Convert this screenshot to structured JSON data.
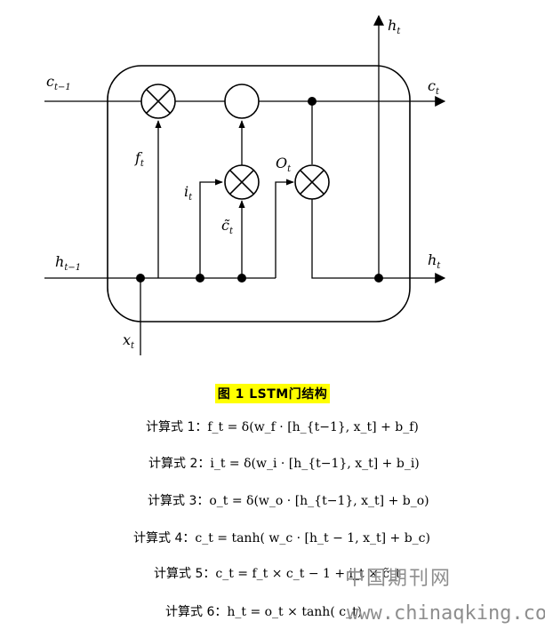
{
  "diagram": {
    "labels": {
      "c_prev": {
        "base": "c",
        "sub": "t−1"
      },
      "c_t": {
        "base": "c",
        "sub": "t"
      },
      "h_top": {
        "base": "h",
        "sub": "t"
      },
      "h_prev": {
        "base": "h",
        "sub": "t−1"
      },
      "h_t": {
        "base": "h",
        "sub": "t"
      },
      "x_t": {
        "base": "x",
        "sub": "t"
      },
      "f_t": {
        "base": "f",
        "sub": "t"
      },
      "i_t": {
        "base": "i",
        "sub": "t"
      },
      "o_t": {
        "base": "O",
        "sub": "t"
      },
      "c_tilde": {
        "base": "c̃",
        "sub": "t"
      }
    }
  },
  "caption": "图 1 LSTM门结构",
  "formulas": [
    {
      "label": "计算式 1：",
      "math": "f_t = δ(w_f · [h_{t−1}, x_t] + b_f)"
    },
    {
      "label": "计算式 2：",
      "math": "i_t = δ(w_i · [h_{t−1}, x_t] + b_i)"
    },
    {
      "label": "计算式 3：",
      "math": "o_t = δ(w_o · [h_{t−1}, x_t] + b_o)"
    },
    {
      "label": "计算式 4：",
      "math": "c_t = tanh( w_c · [h_t − 1, x_t] + b_c)"
    },
    {
      "label": "计算式 5：",
      "math": "c_t = f_t × c_t − 1 + i_t × c̃_t"
    },
    {
      "label": "计算式 6：",
      "math": "h_t = o_t × tanh( c_t)"
    }
  ],
  "watermark": {
    "cn": "中国期刊网",
    "url": "www.chinaqking.com"
  }
}
